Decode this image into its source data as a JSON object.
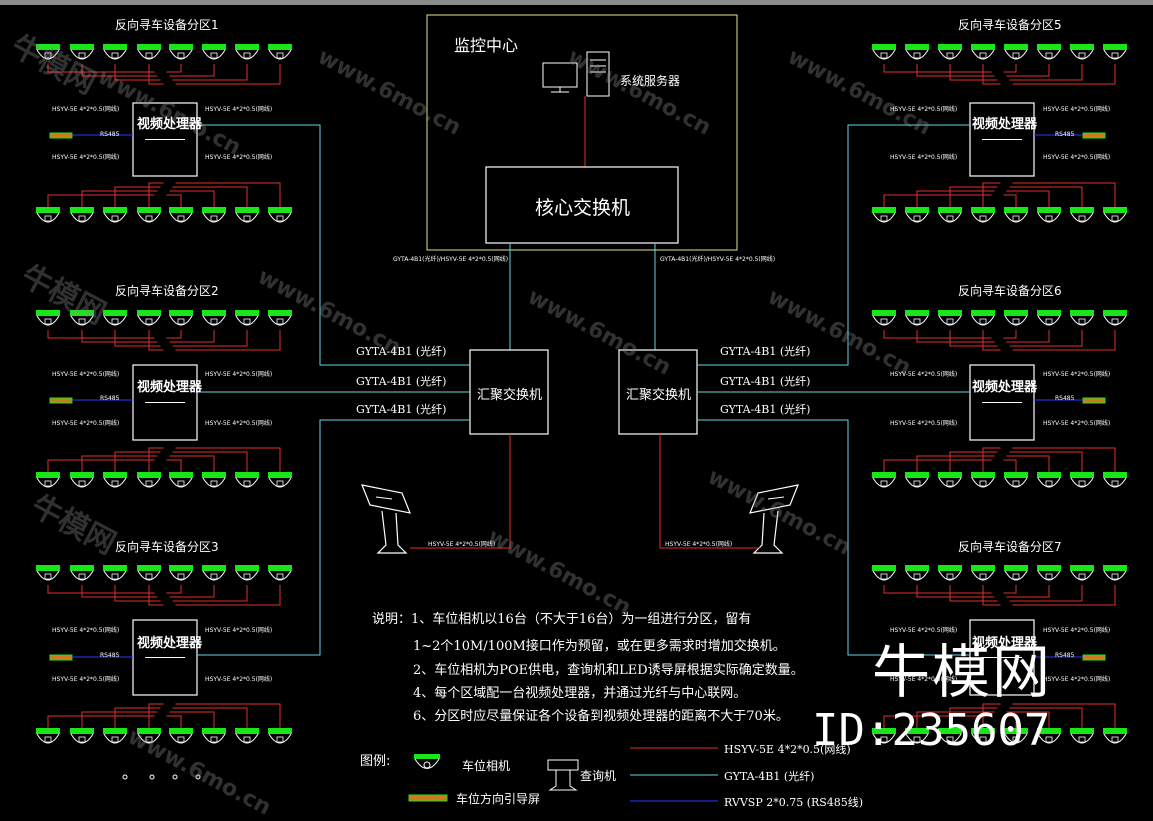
{
  "monitor_center": {
    "title": "监控中心",
    "server_label": "系统服务器",
    "core_switch_label": "核心交换机",
    "uplink_left": "GYTA-4B1(光纤)/HSYV-5E 4*2*0.5(网线)",
    "uplink_right": "GYTA-4B1(光纤)/HSYV-5E 4*2*0.5(网线)"
  },
  "zones": [
    {
      "title": "反向寻车设备分区1",
      "processor": "视频处理器",
      "bus_label": "RS485"
    },
    {
      "title": "反向寻车设备分区2",
      "processor": "视频处理器",
      "bus_label": "RS485"
    },
    {
      "title": "反向寻车设备分区3",
      "processor": "视频处理器",
      "bus_label": "RS485"
    },
    {
      "title": "反向寻车设备分区5",
      "processor": "视频处理器",
      "bus_label": "RS485"
    },
    {
      "title": "反向寻车设备分区6",
      "processor": "视频处理器",
      "bus_label": "RS485"
    },
    {
      "title": "反向寻车设备分区7",
      "processor": "视频处理器",
      "bus_label": "RS485"
    }
  ],
  "cable_small": "HSYV-5E 4*2*0.5(网线)",
  "aggregation": {
    "left_label": "汇聚交换机",
    "right_label": "汇聚交换机",
    "fiber": [
      "GYTA-4B1 (光纤)",
      "GYTA-4B1 (光纤)",
      "GYTA-4B1 (光纤)"
    ],
    "kiosk_cable": "HSYV-5E 4*2*0.5(网线)"
  },
  "notes": [
    "说明：1、车位相机以16台（不大于16台）为一组进行分区，留有",
    "1~2个10M/100M接口作为预留，或在更多需求时增加交换机。",
    "2、车位相机为POE供电，查询机和LED诱导屏根据实际确定数量。",
    "4、每个区域配一台视频处理器，并通过光纤与中心联网。",
    "6、分区时应尽量保证各个设备到视频处理器的距离不大于70米。"
  ],
  "legend": {
    "title": "图例:",
    "camera": "车位相机",
    "kiosk": "查询机",
    "led": "车位方向引导屏",
    "line_red": "HSYV-5E 4*2*0.5(网线)",
    "line_cyan": "GYTA-4B1 (光纤)",
    "line_blue": "RVVSP 2*0.75 (RS485线)"
  },
  "watermark": {
    "brand": "牛模网",
    "id": "ID:235607",
    "site": "www.6mo.cn"
  },
  "colors": {
    "background": "#000000",
    "network_cable": "#e03030",
    "fiber": "#5fd3e6",
    "rs485": "#2a3cff",
    "camera_band": "#19e619",
    "frame": "#e6e08a",
    "led_screen": "#d07a20"
  }
}
